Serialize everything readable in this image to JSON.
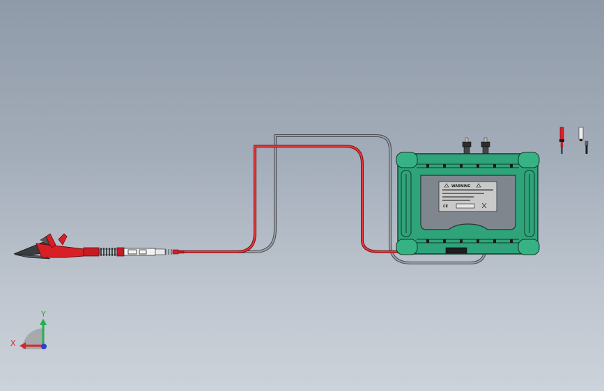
{
  "triad": {
    "x_label": "X",
    "y_label": "Y",
    "x_color": "#d8262a",
    "y_color": "#22b14c",
    "z_color": "#2a3fd6"
  },
  "device": {
    "body_color": "#2fa37a",
    "panel_color": "#7f868e",
    "label_color": "#c9c9c9",
    "label": {
      "warning_title": "WARNING",
      "ce_mark": "CE"
    }
  },
  "leads": {
    "red_color": "#d91f26",
    "gray_color": "#707478"
  }
}
